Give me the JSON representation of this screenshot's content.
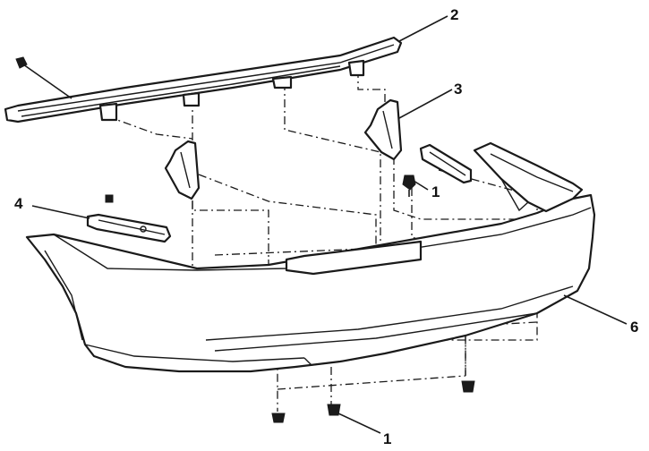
{
  "callouts": [
    {
      "id": "fastener-top",
      "label": "1"
    },
    {
      "id": "fastener-bottom",
      "label": "1"
    },
    {
      "id": "impact-bar",
      "label": "2"
    },
    {
      "id": "bracket",
      "label": "3"
    },
    {
      "id": "side-guide",
      "label": "4"
    },
    {
      "id": "bumper-fascia",
      "label": "6"
    }
  ],
  "colors": {
    "ink": "#1a1a1a",
    "background": "#ffffff"
  }
}
